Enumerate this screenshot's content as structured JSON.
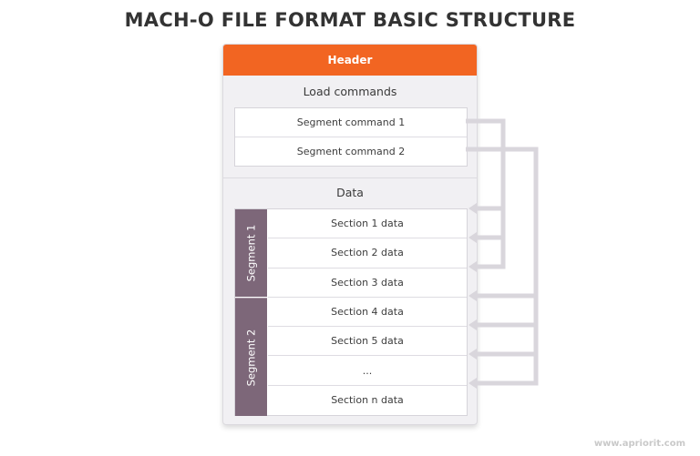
{
  "title": "MACH-O FILE FORMAT BASIC STRUCTURE",
  "colors": {
    "header": "#f26522",
    "segment": "#7d6779",
    "card_bg": "#f1f0f3",
    "connector": "#d9d6dc"
  },
  "header": {
    "label": "Header"
  },
  "load_commands": {
    "label": "Load commands",
    "items": [
      {
        "label": "Segment command 1"
      },
      {
        "label": "Segment command 2"
      }
    ]
  },
  "data": {
    "label": "Data",
    "segments": [
      {
        "label": "Segment 1",
        "sections": [
          "Section 1 data",
          "Section 2 data",
          "Section 3 data"
        ]
      },
      {
        "label": "Segment 2",
        "sections": [
          "Section 4 data",
          "Section 5 data",
          "...",
          "Section n data"
        ]
      }
    ],
    "rows": [
      "Section 1 data",
      "Section 2 data",
      "Section 3 data",
      "Section 4 data",
      "Section 5 data",
      "...",
      "Section n data"
    ]
  },
  "connections": [
    {
      "from": "Segment command 1",
      "to": [
        "Section 1 data",
        "Section 2 data",
        "Section 3 data"
      ]
    },
    {
      "from": "Segment command 2",
      "to": [
        "Section 4 data",
        "Section 5 data",
        "...",
        "Section n data"
      ]
    }
  ],
  "watermark": "www.apriorit.com"
}
